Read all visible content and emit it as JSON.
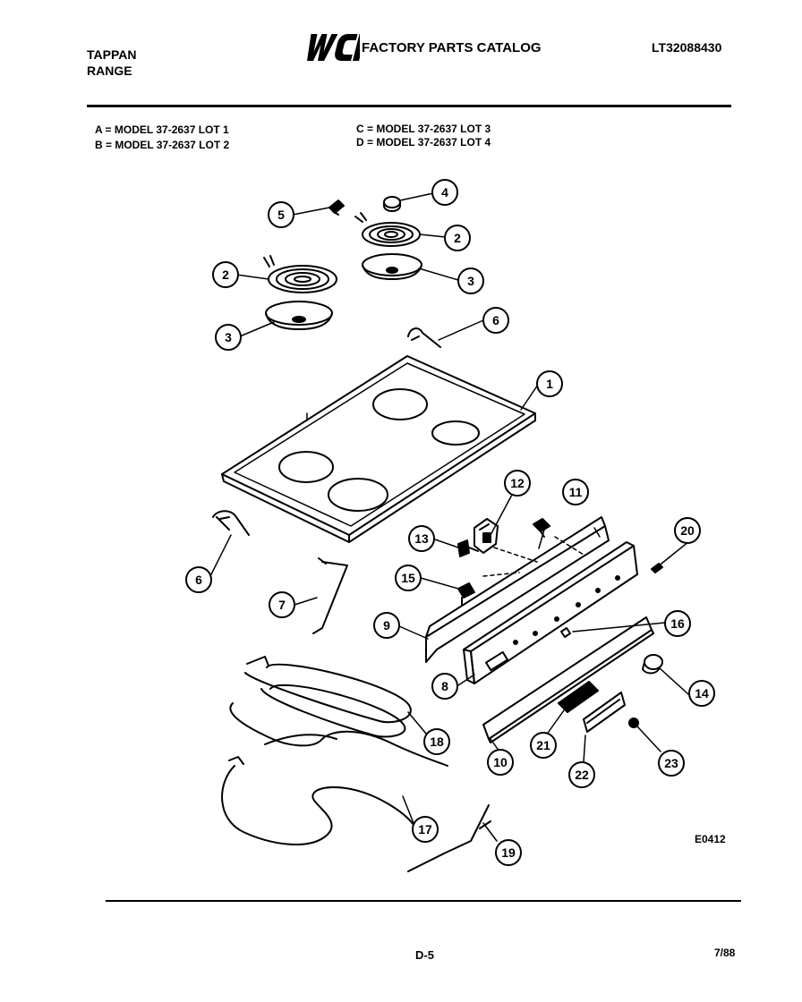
{
  "header": {
    "brand_line1": "TAPPAN",
    "brand_line2": "RANGE",
    "logo_text": "WCI",
    "catalog_title": "FACTORY PARTS CATALOG",
    "document_number": "LT32088430"
  },
  "models": {
    "a": "A = MODEL 37-2637 LOT 1",
    "b": "B = MODEL 37-2637 LOT 2",
    "c": "C = MODEL 37-2637 LOT 3",
    "d": "D = MODEL 37-2637 LOT 4"
  },
  "callouts": [
    {
      "id": "c1",
      "label": "1"
    },
    {
      "id": "c2a",
      "label": "2"
    },
    {
      "id": "c2b",
      "label": "2"
    },
    {
      "id": "c3a",
      "label": "3"
    },
    {
      "id": "c3b",
      "label": "3"
    },
    {
      "id": "c4",
      "label": "4"
    },
    {
      "id": "c5",
      "label": "5"
    },
    {
      "id": "c6a",
      "label": "6"
    },
    {
      "id": "c6b",
      "label": "6"
    },
    {
      "id": "c7",
      "label": "7"
    },
    {
      "id": "c8",
      "label": "8"
    },
    {
      "id": "c9",
      "label": "9"
    },
    {
      "id": "c10",
      "label": "10"
    },
    {
      "id": "c11",
      "label": "11"
    },
    {
      "id": "c12",
      "label": "12"
    },
    {
      "id": "c13",
      "label": "13"
    },
    {
      "id": "c14",
      "label": "14"
    },
    {
      "id": "c15",
      "label": "15"
    },
    {
      "id": "c16",
      "label": "16"
    },
    {
      "id": "c17",
      "label": "17"
    },
    {
      "id": "c18",
      "label": "18"
    },
    {
      "id": "c19",
      "label": "19"
    },
    {
      "id": "c20",
      "label": "20"
    },
    {
      "id": "c21",
      "label": "21"
    },
    {
      "id": "c22",
      "label": "22"
    },
    {
      "id": "c23",
      "label": "23"
    }
  ],
  "footer": {
    "drawing_code": "E0412",
    "page": "D-5",
    "date": "7/88"
  }
}
